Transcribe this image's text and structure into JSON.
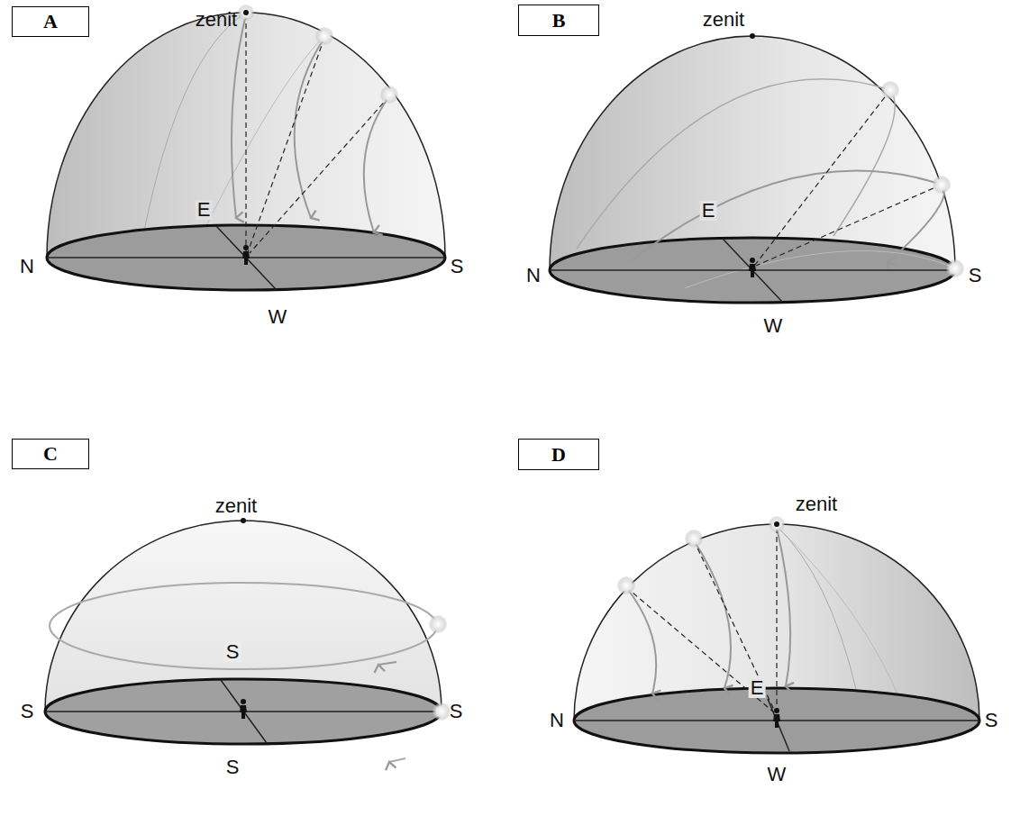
{
  "diagram": {
    "nodes": [
      {
        "text": [
          "A"
        ]
      },
      {
        "text": [
          "B"
        ]
      },
      {
        "text": [
          "C"
        ]
      },
      {
        "text": [
          "D"
        ]
      }
    ],
    "labels": [
      "zenit",
      "E",
      "N",
      "S",
      "W",
      "zenit",
      "E",
      "N",
      "S",
      "W",
      "zenit",
      "S",
      "S",
      "S",
      "S",
      "zenit",
      "E",
      "N",
      "S",
      "W"
    ]
  }
}
